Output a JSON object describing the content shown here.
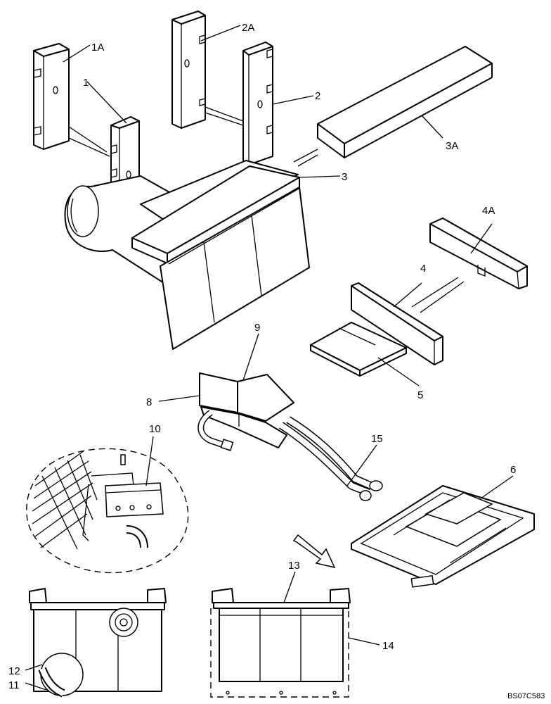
{
  "labels": {
    "l1A": "1A",
    "l1": "1",
    "l2A": "2A",
    "l2": "2",
    "l3A": "3A",
    "l3": "3",
    "l4A": "4A",
    "l4": "4",
    "l5": "5",
    "l6": "6",
    "l8": "8",
    "l9": "9",
    "l10": "10",
    "l11": "11",
    "l12": "12",
    "l13": "13",
    "l14": "14",
    "l15": "15"
  },
  "reference_code": "BS07C583"
}
